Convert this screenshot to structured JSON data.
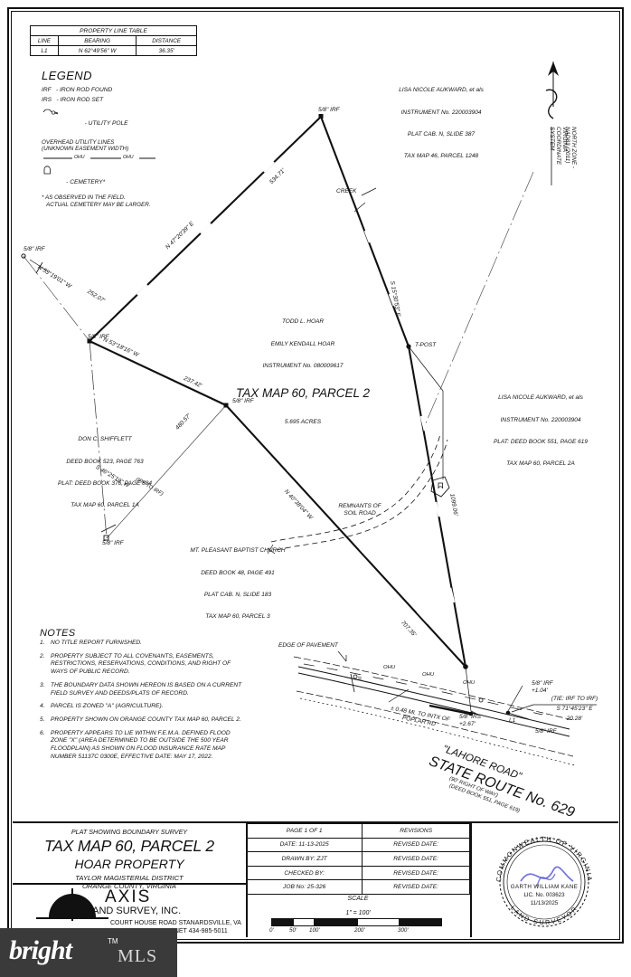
{
  "sheet": {
    "property_line_table": {
      "title": "PROPERTY LINE TABLE",
      "headers": [
        "LINE",
        "BEARING",
        "DISTANCE"
      ],
      "rows": [
        [
          "L1",
          "N 62°49'56\" W",
          "36.35'"
        ]
      ]
    },
    "legend": {
      "title": "LEGEND",
      "items": [
        "IRF   - IRON ROD FOUND",
        "IRS   - IRON ROD SET",
        "        - UTILITY POLE"
      ],
      "overhead_line1": "OVERHEAD UTILITY LINES",
      "overhead_line2": "(UNKNOWN EASEMENT WIDTH)",
      "dhu_label": "OHU",
      "cemetery": "     - CEMETERY*",
      "cemetery_note": "* AS OBSERVED IN THE FIELD.\n   ACTUAL CEMETERY MAY BE LARGER."
    },
    "notes": {
      "title": "NOTES",
      "items": [
        {
          "num": "1.",
          "text": "NO TITLE REPORT FURNISHED."
        },
        {
          "num": "2.",
          "text": "PROPERTY SUBJECT TO ALL COVENANTS, EASEMENTS,\nRESTRICTIONS, RESERVATIONS, CONDITIONS, AND RIGHT OF\nWAYS OF PUBLIC RECORD."
        },
        {
          "num": "3.",
          "text": "THE BOUNDARY DATA SHOWN HEREON IS BASED ON A CURRENT\nFIELD SURVEY AND DEEDS/PLATS OF RECORD."
        },
        {
          "num": "4.",
          "text": "PARCEL IS ZONED \"A\" (AGRICULTURE)."
        },
        {
          "num": "5.",
          "text": "PROPERTY SHOWN ON ORANGE COUNTY TAX MAP 60, PARCEL 2."
        },
        {
          "num": "6.",
          "text": "PROPERTY APPEARS TO LIE WITHIN F.E.M.A. DEFINED FLOOD\nZONE \"X\" (AREA DETERMINED TO BE OUTSIDE THE 500 YEAR\nFLOODPLAIN) AS SHOWN ON FLOOD INSURANCE RATE MAP\nNUMBER 51137C 0300E, EFFECTIVE DATE: MAY 17, 2022."
        }
      ]
    },
    "subject_parcel": {
      "owner1": "TODD L. HOAR",
      "owner2": "EMILY KENDALL HOAR",
      "instrument": "INSTRUMENT No. 080009617",
      "title": "TAX MAP 60, PARCEL 2",
      "acres": "5.695 ACRES"
    },
    "adjoiners": [
      {
        "name": "adjoiner-aukward-north",
        "lines": [
          "LISA NICOLE AUKWARD, et als",
          "INSTRUMENT No. 220003904",
          "PLAT CAB. N, SLIDE 387",
          "TAX MAP 46, PARCEL 1248"
        ]
      },
      {
        "name": "adjoiner-aukward-east",
        "lines": [
          "LISA NICOLE AUKWARD, et als",
          "INSTRUMENT No. 220003904",
          "PLAT: DEED BOOK 551, PAGE 619",
          "TAX MAP 60, PARCEL 2A"
        ]
      },
      {
        "name": "adjoiner-shifflett",
        "lines": [
          "DON C. SHIFFLETT",
          "DEED BOOK 523, PAGE 763",
          "PLAT: DEED BOOK 376, PAGE 584",
          "TAX MAP 60, PARCEL 1A"
        ]
      },
      {
        "name": "adjoiner-mt-pleasant-church",
        "lines": [
          "MT. PLEASANT BAPTIST CHURCH",
          "DEED BOOK 48, PAGE 491",
          "PLAT CAB. N, SLIDE 183",
          "TAX MAP 60, PARCEL 3"
        ]
      }
    ],
    "bearings": {
      "nw_line": "N 53°19'01\" W",
      "nw_dist": "252.07'",
      "ne_line": "N 47°20'39\" E",
      "ne_dist": "534.71'",
      "east_line": "S 15°30'53\" E",
      "east_dist": "1099.06'",
      "sw_line": "N 53°18'16\" W",
      "sw_dist": "237.42'",
      "south_line": "N 40°38'04\" W",
      "south_dist": "707.35'",
      "tie_irf_irf": "(TIE: IRF TO IRF)",
      "tie_bearing": "S 71°45'23\" E",
      "tie_dist": "20.28'",
      "church_tie_bearing": "S 46°25'19\" W",
      "church_tie_note": "(IRF TO IRF)",
      "church_tie_dist": "480.57'"
    },
    "monuments": [
      {
        "label": "5/8\" IRF",
        "name": "monument-irf-nw-corner"
      },
      {
        "label": "5/8\" IRF",
        "name": "monument-irf-west"
      },
      {
        "label": "5/8\" IRF",
        "name": "monument-irf-north"
      },
      {
        "label": "5/8\" IRF",
        "name": "monument-irf-center-west"
      },
      {
        "label": "5/8\" IRF",
        "name": "monument-irf-sw"
      },
      {
        "label": "T-POST",
        "name": "monument-t-post"
      },
      {
        "label": "5/8\" IRS\n+2.67'",
        "name": "monument-irs-road"
      },
      {
        "label": "5/8\" IRF\n+1.04'",
        "name": "monument-irf-road-north"
      },
      {
        "label": "5/8\" IRF",
        "name": "monument-irf-road-south"
      }
    ],
    "features": {
      "creek": "CREEK",
      "soil_road": "REMNANTS OF\nSOIL ROAD",
      "edge_of_pavement": "EDGE OF PAVEMENT",
      "poplar_tie": "± 0.48 Mi. TO INTX OF\nPOPLAR RD",
      "ohu": "OHU",
      "line_l1": "L1"
    },
    "road": {
      "name": "\"LAHORE ROAD\"",
      "route": "STATE ROUTE No. 629",
      "row": "(90' RIGHT OF WAY)",
      "deed": "(DEED BOOK 551, PAGE 619)"
    },
    "north_arrow": {
      "line1": "VIRGINIA COORDINATE SYSTEM",
      "line2": "NORTH ZONE - NAD83 (2011)"
    },
    "title_block": {
      "line1": "PLAT SHOWING BOUNDARY SURVEY",
      "line2": "TAX MAP 60, PARCEL 2",
      "line3": "HOAR PROPERTY",
      "line4": "TAYLOR MAGISTERIAL DISTRICT",
      "line5": "ORANGE COUNTY, VIRGINIA",
      "firm_name": "AXIS",
      "firm_sub": "LAND SURVEY, INC.",
      "firm_addr": "COURT HOUSE ROAD\nSTANARDSVILLE, VA 22551\nAXISLANDSLS.NET\n434-985-5011",
      "table": [
        [
          "PAGE 1 OF 1",
          "REVISIONS"
        ],
        [
          "DATE: 11-13-2025",
          "REVISED DATE:"
        ],
        [
          "DRAWN BY: ZJT",
          "REVISED DATE:"
        ],
        [
          "CHECKED BY:",
          "REVISED DATE:"
        ],
        [
          "JOB No: 25-326",
          "REVISED DATE:"
        ]
      ],
      "scale_label": "SCALE",
      "scale_ratio": "1\" = 100'",
      "scale_ticks": [
        "0'",
        "50'",
        "100'",
        "200'",
        "300'"
      ]
    },
    "seal": {
      "ring_top": "COMMONWEALTH OF VIRGINIA",
      "name": "GARTH  WILLIAM  KANE",
      "license": "LIC. No. 003623",
      "date": "11/13/2025",
      "ring_bottom": "LAND  SURVEYOR"
    },
    "watermark": {
      "brand": "bright",
      "tm": "TM",
      "mls": "MLS"
    }
  }
}
